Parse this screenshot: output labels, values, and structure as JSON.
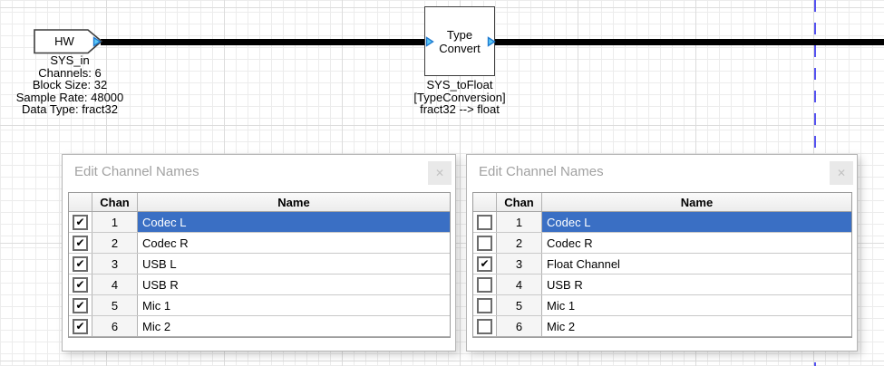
{
  "canvas": {
    "hw_block": {
      "label": "HW",
      "name": "SYS_in",
      "props": [
        "Channels: 6",
        "Block Size: 32",
        "Sample Rate: 48000",
        "Data Type: fract32"
      ]
    },
    "type_convert_block": {
      "line1": "Type",
      "line2": "Convert",
      "name": "SYS_toFloat",
      "module": "[TypeConversion]",
      "conversion": "fract32 --> float"
    }
  },
  "colors": {
    "wire": "#000000",
    "port_fill": "#5bc9f5",
    "port_stroke": "#1f7ad0",
    "selected_row": "#3a6fc4",
    "dashed_line": "#5552f0",
    "dialog_title": "#a2a2a2"
  },
  "dialogs": [
    {
      "title": "Edit Channel Names",
      "close_glyph": "✕",
      "columns": {
        "chan": "Chan",
        "name": "Name"
      },
      "rows": [
        {
          "check": "✔",
          "chan": "1",
          "name": "Codec L"
        },
        {
          "check": "✔",
          "chan": "2",
          "name": "Codec R"
        },
        {
          "check": "✔",
          "chan": "3",
          "name": "USB L"
        },
        {
          "check": "✔",
          "chan": "4",
          "name": "USB R"
        },
        {
          "check": "✔",
          "chan": "5",
          "name": "Mic 1"
        },
        {
          "check": "✔",
          "chan": "6",
          "name": "Mic 2"
        }
      ]
    },
    {
      "title": "Edit Channel Names",
      "close_glyph": "✕",
      "columns": {
        "chan": "Chan",
        "name": "Name"
      },
      "rows": [
        {
          "check": "",
          "chan": "1",
          "name": "Codec L"
        },
        {
          "check": "",
          "chan": "2",
          "name": "Codec R"
        },
        {
          "check": "✔",
          "chan": "3",
          "name": "Float Channel"
        },
        {
          "check": "",
          "chan": "4",
          "name": "USB R"
        },
        {
          "check": "",
          "chan": "5",
          "name": "Mic 1"
        },
        {
          "check": "",
          "chan": "6",
          "name": "Mic 2"
        }
      ]
    }
  ]
}
